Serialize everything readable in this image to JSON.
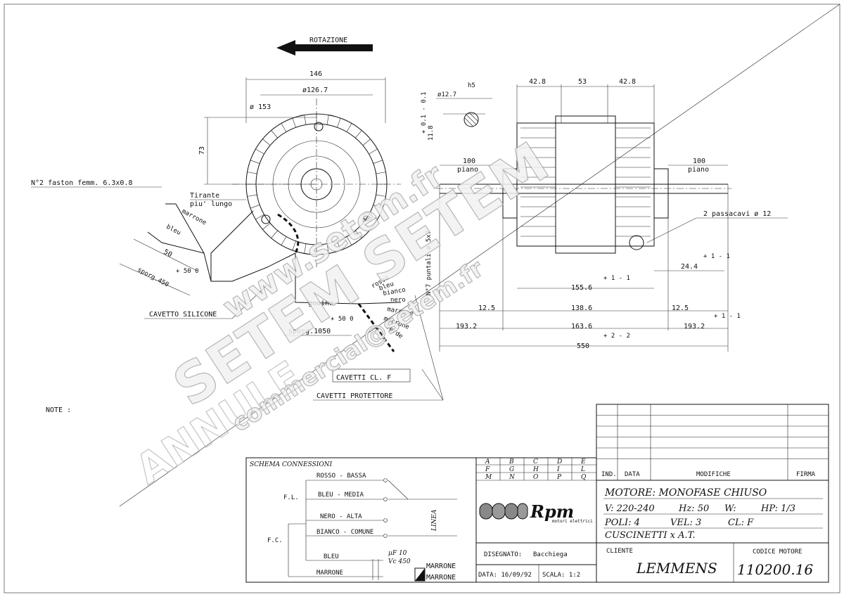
{
  "rotation_label": "ROTAZIONE",
  "front_view": {
    "dim_146": "146",
    "dim_126": "ø126.7",
    "dim_153": "ø 153",
    "dim_73": "73",
    "faston": "N°2 faston femm. 6.3x0.8",
    "tirante": "Tirante",
    "tirante2": "piu' lungo",
    "marrone": "marrone",
    "bleu": "bleu",
    "dim_50": "50",
    "tol_50": "+ 50\n0",
    "sporg450": "sporg.450",
    "cavetto_silicone": "CAVETTO SILICONE",
    "guaina": "guaina",
    "sporg1050": "sporg.1050",
    "tol_50b": "+ 50\n0",
    "wires": [
      "rosso",
      "bleu",
      "bianco",
      "nero",
      "marrone",
      "marrone",
      "verde"
    ],
    "cavetti_clf": "CAVETTI CL. F",
    "cavetti_prot": "CAVETTI PROTETTORE",
    "n7": "N°7 puntali ø.5x7"
  },
  "side_view": {
    "shaft_dia": "ø12.7",
    "h5": "h5",
    "tol_01": "+ 0.1\n- 0.1",
    "dim_118": "11.8",
    "d428a": "42.8",
    "d53": "53",
    "d428b": "42.8",
    "d100a": "100",
    "piano_a": "piano",
    "d100b": "100",
    "piano_b": "piano",
    "passacavi": "2 passacavi ø 12",
    "d244": "24.4",
    "tol_244": "+ 1\n- 1",
    "d1556": "155.6",
    "tol_1556": "+ 1\n- 1",
    "d125a": "12.5",
    "d1386": "138.6",
    "d125b": "12.5",
    "d1932a": "193.2",
    "d1636": "163.6",
    "d1932b": "193.2",
    "d550": "550",
    "tol_1": "+ 1\n- 1",
    "tol_2": "+ 2\n- 2"
  },
  "note": "NOTE :",
  "schema": {
    "title": "SCHEMA CONNESSIONI",
    "rosso": "ROSSO - BASSA",
    "bleu_media": "BLEU - MEDIA",
    "nero": "NERO - ALTA",
    "bianco": "BIANCO - COMUNE",
    "bleu": "BLEU",
    "marrone": "MARRONE",
    "fl": "F.L.",
    "fc": "F.C.",
    "linea": "LINEA",
    "uf": "µF 10",
    "vc": "Vc 450",
    "marrone_b1": "MARRONE",
    "marrone_b2": "MARRONE"
  },
  "letter_grid": [
    [
      "A",
      "B",
      "C",
      "D",
      "E"
    ],
    [
      "F",
      "G",
      "H",
      "I",
      "L"
    ],
    [
      "M",
      "N",
      "O",
      "P",
      "Q"
    ]
  ],
  "logo": {
    "brand": "Rpm",
    "sub": "motori elettrici"
  },
  "disegnato_label": "DISEGNATO:",
  "disegnato": "Bacchiega",
  "data_label": "DATA: 16/09/92",
  "scala_label": "SCALA: 1:2",
  "rev_header": {
    "ind": "IND.",
    "data": "DATA",
    "modifiche": "MODIFICHE",
    "firma": "FIRMA"
  },
  "spec": {
    "motore": "MOTORE: MONOFASE CHIUSO",
    "v": "V: 220-240",
    "hz": "Hz: 50",
    "w": "W:",
    "hp": "HP: 1/3",
    "poli": "POLI: 4",
    "vel": "VEL: 3",
    "cl": "CL: F",
    "cuscinetti": "CUSCINETTI x A.T."
  },
  "cliente_label": "CLIENTE",
  "cliente": "LEMMENS",
  "codice_label": "CODICE MOTORE",
  "codice": "110200.16",
  "watermarks": {
    "w1": "www.setem.fr",
    "w2": "SETEM SETEM",
    "w3": "commercial@setem.fr",
    "w4": "ANNULE"
  }
}
